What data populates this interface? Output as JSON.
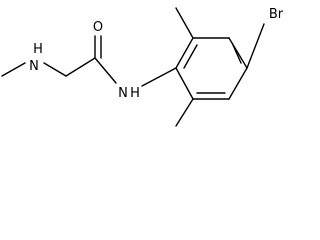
{
  "molecule": {
    "atoms": {
      "n_amine": "N",
      "n_amine_h": "H",
      "o_carbonyl": "O",
      "n_amide": "N",
      "n_amide_h": "H",
      "br": "Br"
    },
    "colors": {
      "bond": "#000000",
      "label": "#000000",
      "background": "#ffffff"
    }
  }
}
